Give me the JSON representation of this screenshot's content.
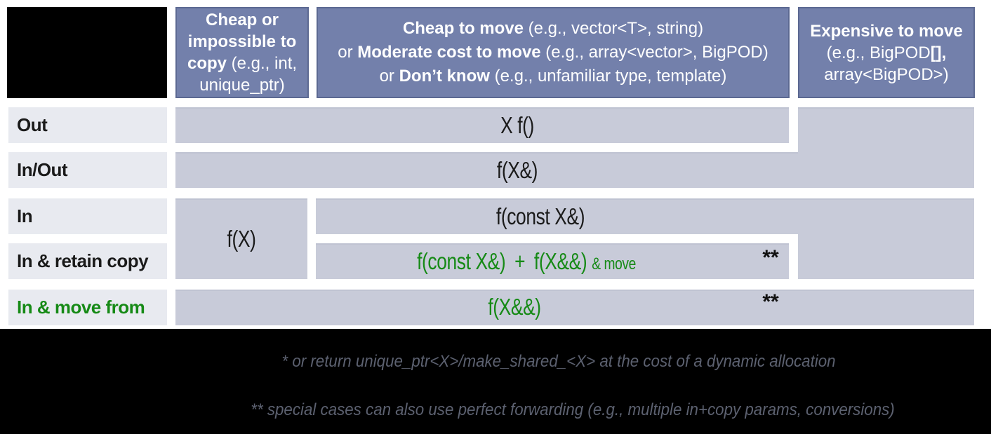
{
  "table": {
    "col_headers": {
      "col1": {
        "bold": "Cheap or impossible to copy",
        "rest": " (e.g., int, unique_ptr)"
      },
      "col2": {
        "line1_bold": "Cheap to move",
        "line1_rest": " (e.g., vector<T>, string)",
        "line2_prefix": "or ",
        "line2_bold": "Moderate cost to move",
        "line2_rest": " (e.g., array<vector>, BigPOD)",
        "line3_prefix": "or ",
        "line3_bold": "Don’t know",
        "line3_rest": " (e.g., unfamiliar type, template)"
      },
      "col3": {
        "line1_bold": "Expensive to move",
        "line2_a": "(e.g., BigPOD",
        "line2_b_bold": "[],",
        "line3": "array<BigPOD>)"
      }
    },
    "row_headers": [
      "Out",
      "In/Out",
      "In",
      "In & retain copy",
      "In & move from"
    ],
    "cells": {
      "out": "X f()",
      "inout": "f(X&)",
      "in_cheap_copy": "f(X)",
      "in": "f(const X&)",
      "retain": {
        "part1": "f(const X&)",
        "plus": "+",
        "part2": "f(X&&)",
        "suffix": "& move",
        "asterisks": "**"
      },
      "move_from": {
        "text": "f(X&&)",
        "asterisks": "**"
      }
    }
  },
  "footnotes": {
    "line1": "* or return unique_ptr<X>/make_shared_<X> at the cost of a dynamic allocation",
    "line2": "** special cases can also use perfect forwarding (e.g., multiple in+copy params, conversions)"
  },
  "colors": {
    "header_bg": "#7380AB",
    "header_border": "#5C6992",
    "row_header_bg": "#E8EAF0",
    "cell_bg": "#C8CBD9",
    "green_text": "#168A16",
    "footnote_text": "#5c6170",
    "footer_bg": "#000000"
  }
}
